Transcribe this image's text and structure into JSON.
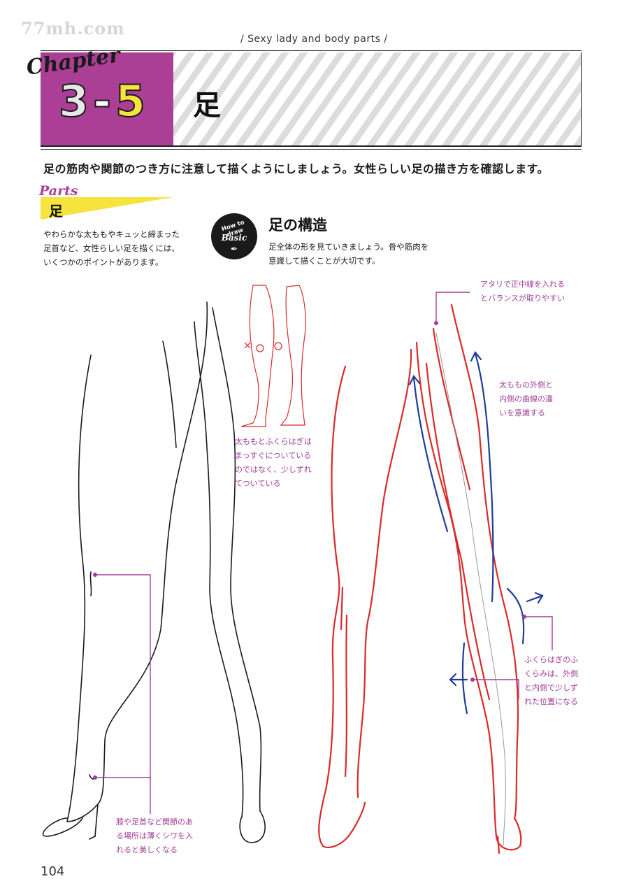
{
  "watermark": "77mh.com",
  "header": {
    "subtitle": "/ Sexy lady and body parts /"
  },
  "chapter": {
    "word": "Chapter",
    "num_a": "3",
    "dash": "-",
    "num_b": "5",
    "title": "足",
    "colors": {
      "box": "#ab3f95",
      "number_b": "#f6e33d"
    }
  },
  "intro": "足の筋肉や関節のつき方に注意して描くようにしましょう。女性らしい足の描き方を確認します。",
  "parts": {
    "script": "Parts",
    "label": "足",
    "description": "やわらかな太ももやキュッと締まった足首など、女性らしい足を描くには、いくつかのポイントがあります。"
  },
  "howto": {
    "badge_top": "How to draw",
    "badge_basic": "Basic",
    "title": "足の構造",
    "description": "足全体の形を見ていきましょう。骨や筋肉を意識して描くことが大切です。"
  },
  "notes": {
    "thigh_calf": [
      "太ももとふくらはぎは",
      "まっすぐについている",
      "のではなく、少しずれ",
      "てついている"
    ],
    "center_line": [
      "アタリで正中線を入れる",
      "とバランスが取りやすい"
    ],
    "outer_inner": [
      "太ももの外側と",
      "内側の曲線の違",
      "いを意識する"
    ],
    "calf_bulge": [
      "ふくらはぎのふ",
      "くらみは、外側",
      "と内側で少しず",
      "れた位置になる"
    ],
    "knee_ankle": [
      "膝や足首など関節のあ",
      "る場所は薄くシワを入",
      "れると美しくなる"
    ]
  },
  "page_number": "104"
}
